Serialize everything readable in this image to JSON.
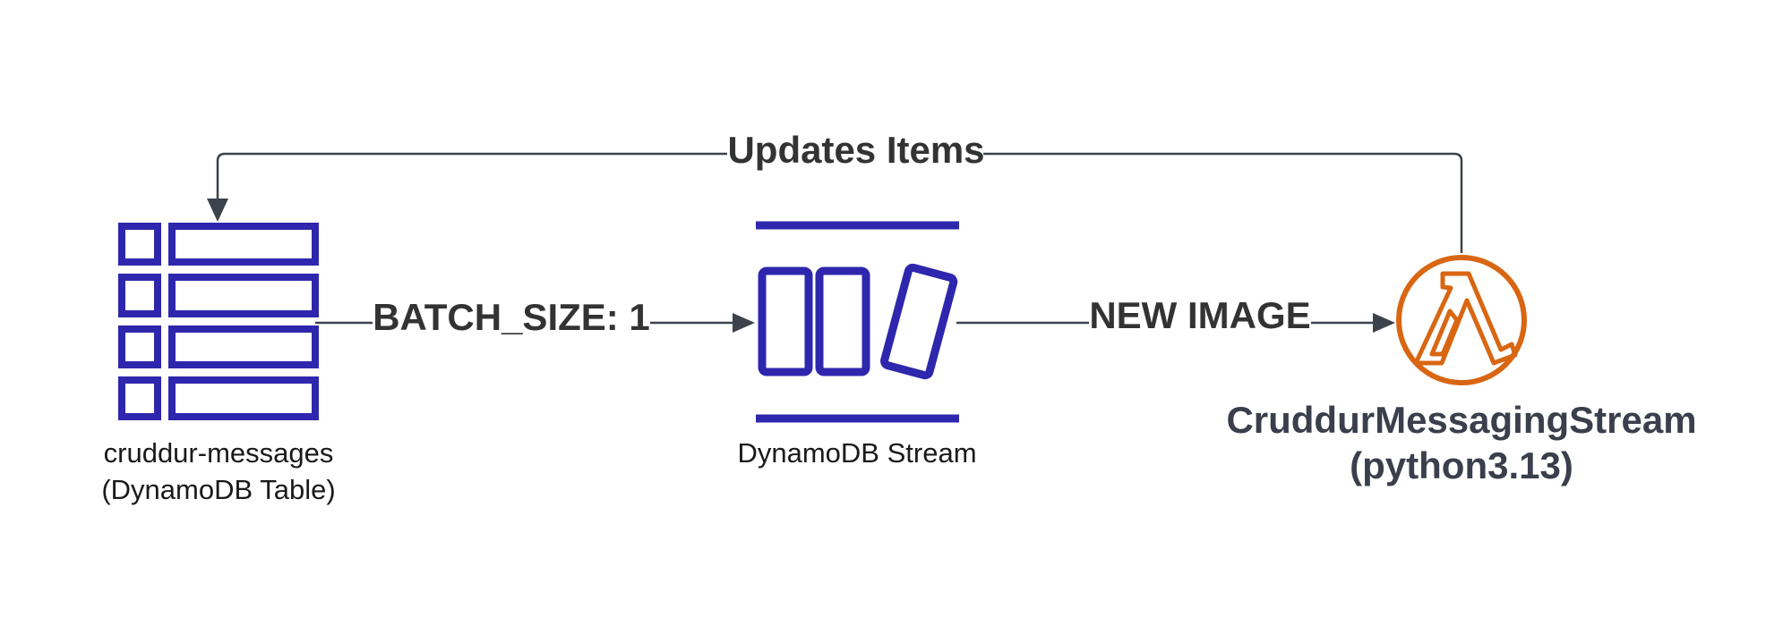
{
  "colors": {
    "dynamo": "#2e27ad",
    "lambda": "#d86613",
    "connector": "#3d434c",
    "edge_text": "#333333",
    "node_text": "#1a1a1a",
    "lambda_text": "#3a3f4b"
  },
  "nodes": {
    "table": {
      "icon": "dynamodb-table-icon",
      "label_line1": "cruddur-messages",
      "label_line2": "(DynamoDB Table)"
    },
    "stream": {
      "icon": "dynamodb-stream-icon",
      "label": "DynamoDB Stream"
    },
    "lambda": {
      "icon": "lambda-icon",
      "label_line1": "CruddurMessagingStream",
      "label_line2": "(python3.13)"
    }
  },
  "edges": {
    "table_to_stream": "BATCH_SIZE: 1",
    "stream_to_lambda": "NEW IMAGE",
    "lambda_to_table": "Updates Items"
  }
}
